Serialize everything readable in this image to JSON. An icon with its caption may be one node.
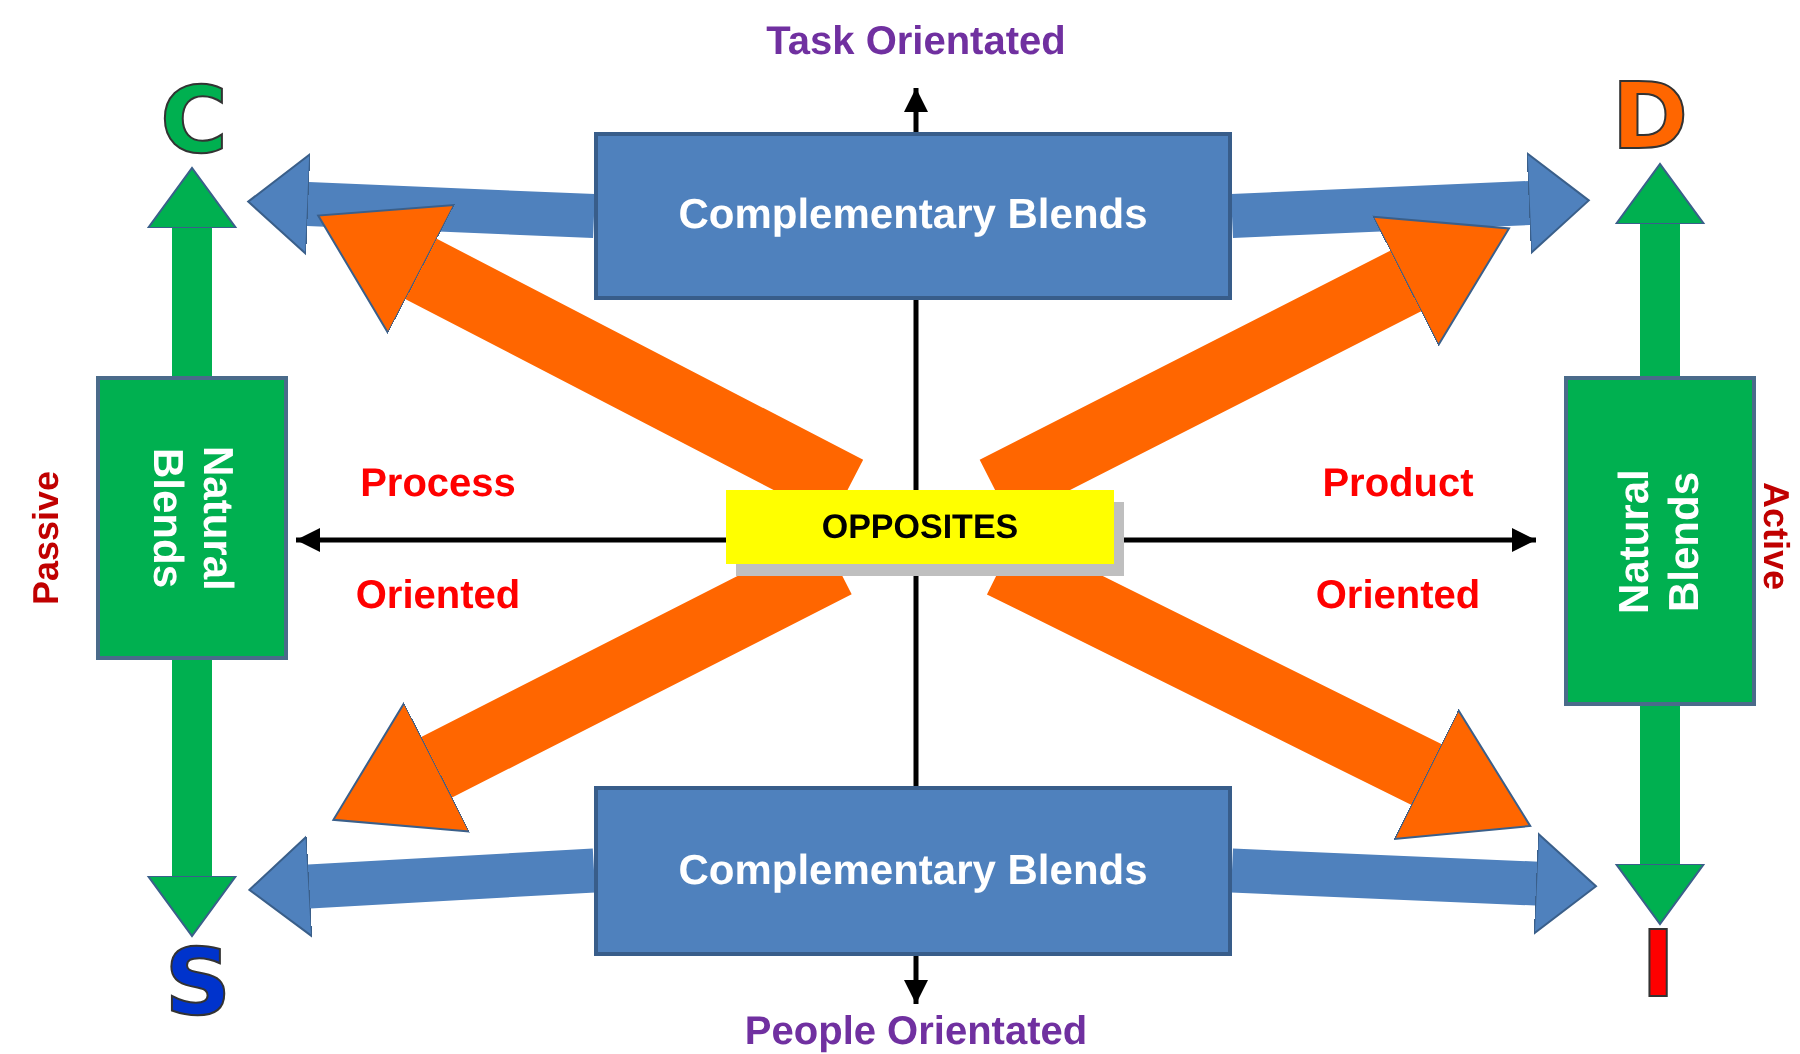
{
  "diagram": {
    "nodes": [
      {
        "text": [
          "C"
        ]
      },
      {
        "text": [
          "D"
        ]
      },
      {
        "text": [
          "Complementary Blends"
        ]
      },
      {
        "text": [
          "Natural Blends"
        ]
      },
      {
        "text": [
          "OPPOSITES"
        ]
      },
      {
        "text": [
          "Natural Blends"
        ]
      },
      {
        "text": [
          "Complementary Blends"
        ]
      },
      {
        "text": [
          "S"
        ]
      },
      {
        "text": [
          "I"
        ]
      }
    ],
    "edges": [
      {
        "from": 2,
        "to": 0,
        "arrow": "to",
        "color": "#4f81bd"
      },
      {
        "from": 2,
        "to": 1,
        "arrow": "to",
        "color": "#4f81bd"
      },
      {
        "from": 3,
        "to": 0,
        "arrow": "to",
        "color": "#00b050"
      },
      {
        "from": 3,
        "to": 7,
        "arrow": "to",
        "color": "#00b050"
      },
      {
        "from": 5,
        "to": 1,
        "arrow": "to",
        "color": "#00b050"
      },
      {
        "from": 5,
        "to": 8,
        "arrow": "to",
        "color": "#00b050"
      },
      {
        "from": 6,
        "to": 7,
        "arrow": "to",
        "color": "#4f81bd"
      },
      {
        "from": 6,
        "to": 8,
        "arrow": "to",
        "color": "#4f81bd"
      },
      {
        "from": 4,
        "to": 0,
        "arrow": "to",
        "color": "#ff6600"
      },
      {
        "from": 4,
        "to": 1,
        "arrow": "to",
        "color": "#ff6600"
      },
      {
        "from": 4,
        "to": 7,
        "arrow": "to",
        "color": "#ff6600"
      },
      {
        "from": 4,
        "to": 8,
        "arrow": "to",
        "color": "#ff6600"
      }
    ],
    "labels": [
      "Task Orientated",
      "Passive",
      "Process Oriented",
      "Product Oriented",
      "Active",
      "People Orientated"
    ]
  }
}
